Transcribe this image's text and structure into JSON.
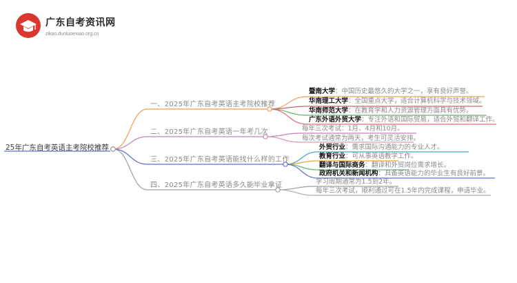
{
  "site": {
    "name": "广东自考资讯网",
    "url": "zikao.dunluoexiao.org.cn"
  },
  "root": "25年广东自考英语主考院校推荐",
  "branches": [
    {
      "title": "一、2025年广东自考英语主考院校推荐",
      "color": "#f29a52",
      "leaves": [
        {
          "key": "暨南大学",
          "text": "：中国历史最悠久的大学之一，享有良好声誉。"
        },
        {
          "key": "华南理工大学",
          "text": "：全国重点大学，适合计算机科学与技术领域。"
        },
        {
          "key": "华南师范大学",
          "text": "：在教育学和人力资源管理方面具有优势。"
        },
        {
          "key": "广东外语外贸大学",
          "text": "：专注外语和国际贸易，适合外贸和翻译工作。"
        }
      ]
    },
    {
      "title": "二、2025年广东自考英语一年考几次",
      "color": "#c882b4",
      "leaves": [
        {
          "key": "",
          "text": "每年三次考试：1月、4月和10月。"
        },
        {
          "key": "",
          "text": "每次考试通常为两天，考生可灵活安排。"
        }
      ]
    },
    {
      "title": "三、2025年广东自考英语能找什么样的工作",
      "color": "#5b6fcf",
      "leaves": [
        {
          "key": "外贸行业",
          "text": "：需求国际沟通能力的专业人才。"
        },
        {
          "key": "教育行业",
          "text": "：可从事英语教学工作。"
        },
        {
          "key": "翻译与国际商务",
          "text": "：翻译和外贸岗位需求增长。"
        },
        {
          "key": "政府机关和新闻机构",
          "text": "：具备英语能力的毕业生有良好前景。"
        }
      ]
    },
    {
      "title": "四、2025年广东自考英语多久能毕业拿证",
      "color": "#a0a0a0",
      "leaves": [
        {
          "key": "",
          "text": "学习周期通常为1.5到2年。"
        },
        {
          "key": "",
          "text": "每年三次考试，顺利通过可在1.5年内完成课程，申请毕业。"
        }
      ]
    }
  ],
  "leaf_colors": [
    "#f0a05c",
    "#c96565",
    "#5fb36a",
    "#e06c7a",
    "#c882b4",
    "#e09aa8",
    "#4aa3c9",
    "#e6a23c",
    "#66b66a",
    "#5b6fcf",
    "#9aa0a6",
    "#b0b0b0"
  ]
}
